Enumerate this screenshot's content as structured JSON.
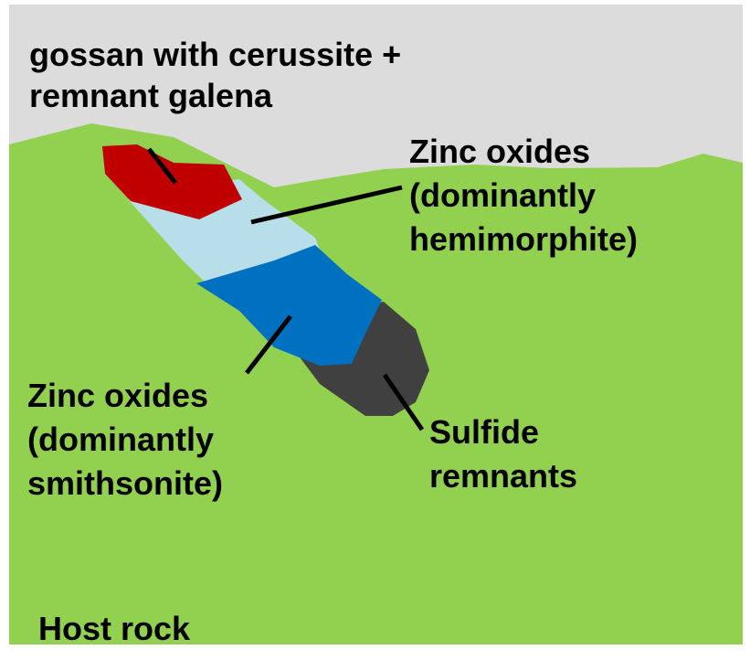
{
  "diagram": {
    "labels": {
      "gossan": [
        "gossan with cerussite +",
        "remnant galena"
      ],
      "zinc_hemimorphite": [
        "Zinc oxides",
        "(dominantly",
        "hemimorphite)"
      ],
      "zinc_smithsonite": [
        "Zinc oxides",
        "(dominantly",
        "smithsonite)"
      ],
      "sulfide": [
        "Sulfide",
        "remnants"
      ],
      "host_rock": "Host rock"
    },
    "colors": {
      "sky": "#dcdcdc",
      "host_rock": "#92d050",
      "gossan": "#c00000",
      "hemimorphite": "#b8dfe9",
      "smithsonite": "#0070c0",
      "sulfide": "#404040",
      "leader_line": "#000000",
      "text": "#000000"
    }
  }
}
